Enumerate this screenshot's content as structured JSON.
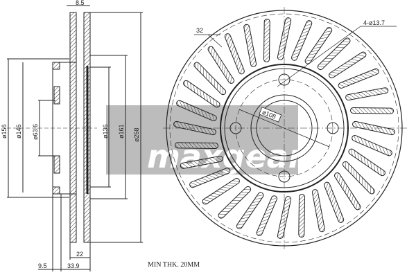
{
  "side_view": {
    "dims": {
      "d156": "ø156",
      "d146": "ø146",
      "d63_6": "ø63.6",
      "d136": "ø136",
      "d161": "ø161",
      "d258": "ø258",
      "top_width": "8.5",
      "thickness": "22",
      "offset": "9.5",
      "height": "33.9"
    }
  },
  "front_view": {
    "vane_count_label": "32",
    "bolt_holes_label": "4-ø13.7",
    "pcd_label": "ø108",
    "vane_count": 32
  },
  "note": "MIN THK. 20MM",
  "watermark": {
    "text": "maxgear",
    "color": "#a0a0a0"
  }
}
